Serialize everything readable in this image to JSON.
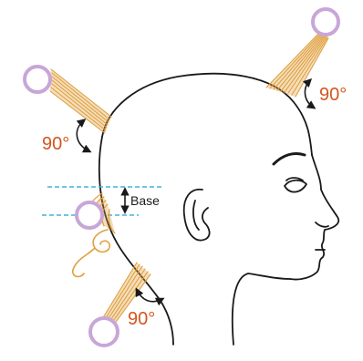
{
  "labels": {
    "angle_top_right": "90°",
    "angle_upper_left": "90°",
    "angle_bottom": "90°",
    "base": "Base"
  },
  "colors": {
    "line": "#1a1a1a",
    "hair_strand": "#e0a040",
    "hair_strand_dark": "#c8842a",
    "roller_ring": "#c8a6d8",
    "angle_text": "#d2551e",
    "guide_line": "#3fb4d8",
    "background": "#ffffff"
  },
  "icons": {
    "roller": "roller-circle-icon",
    "double_arrow": "double-arrow-icon",
    "curved_arrow": "curved-angle-arrow-icon"
  }
}
